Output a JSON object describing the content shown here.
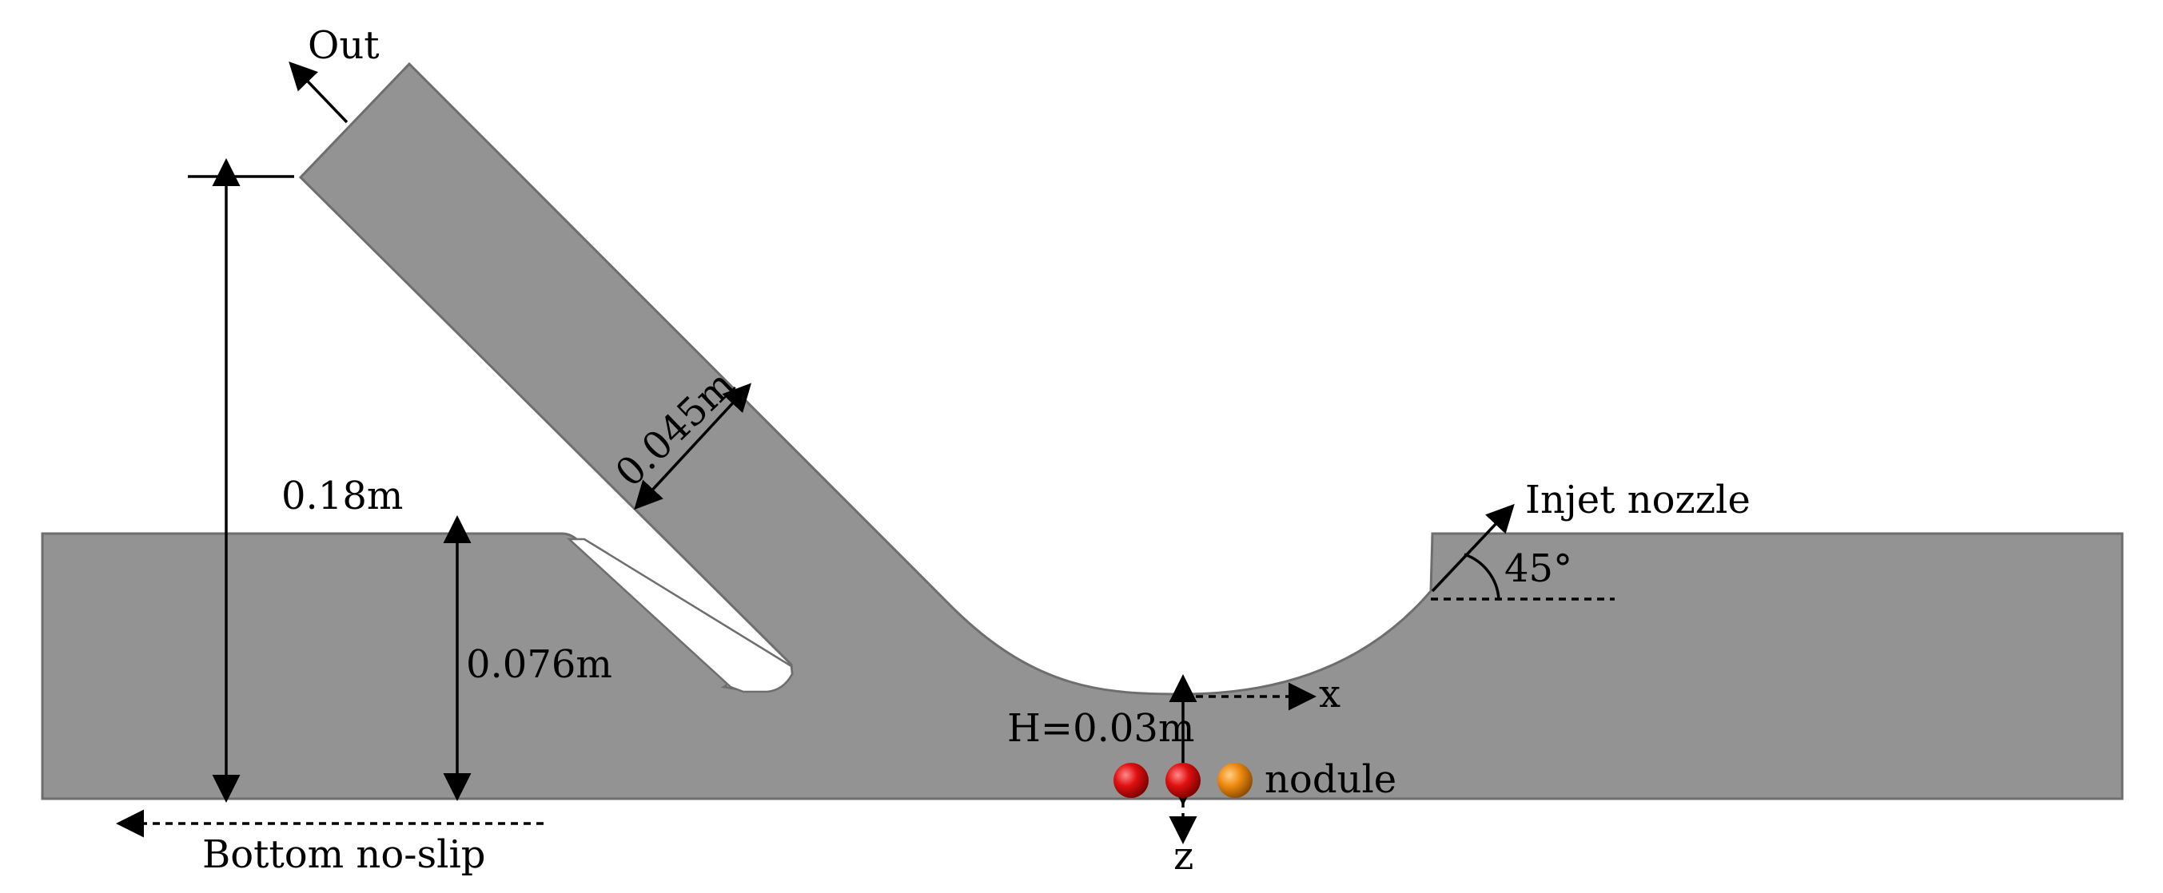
{
  "labels": {
    "out": "Out",
    "height_total": "0.18m",
    "pipe_width": "0.045m",
    "block_height": "0.076m",
    "injet_nozzle": "Injet nozzle",
    "angle": "45°",
    "x_axis": "x",
    "z_axis": "z",
    "gap_height": "H=0.03m",
    "nodule": "nodule",
    "bottom_boundary": "Bottom no-slip"
  },
  "colors": {
    "body_fill": "#939393",
    "body_stroke": "#6e6e6e",
    "nodule_red": "#e01010",
    "nodule_orange": "#f08a10"
  }
}
